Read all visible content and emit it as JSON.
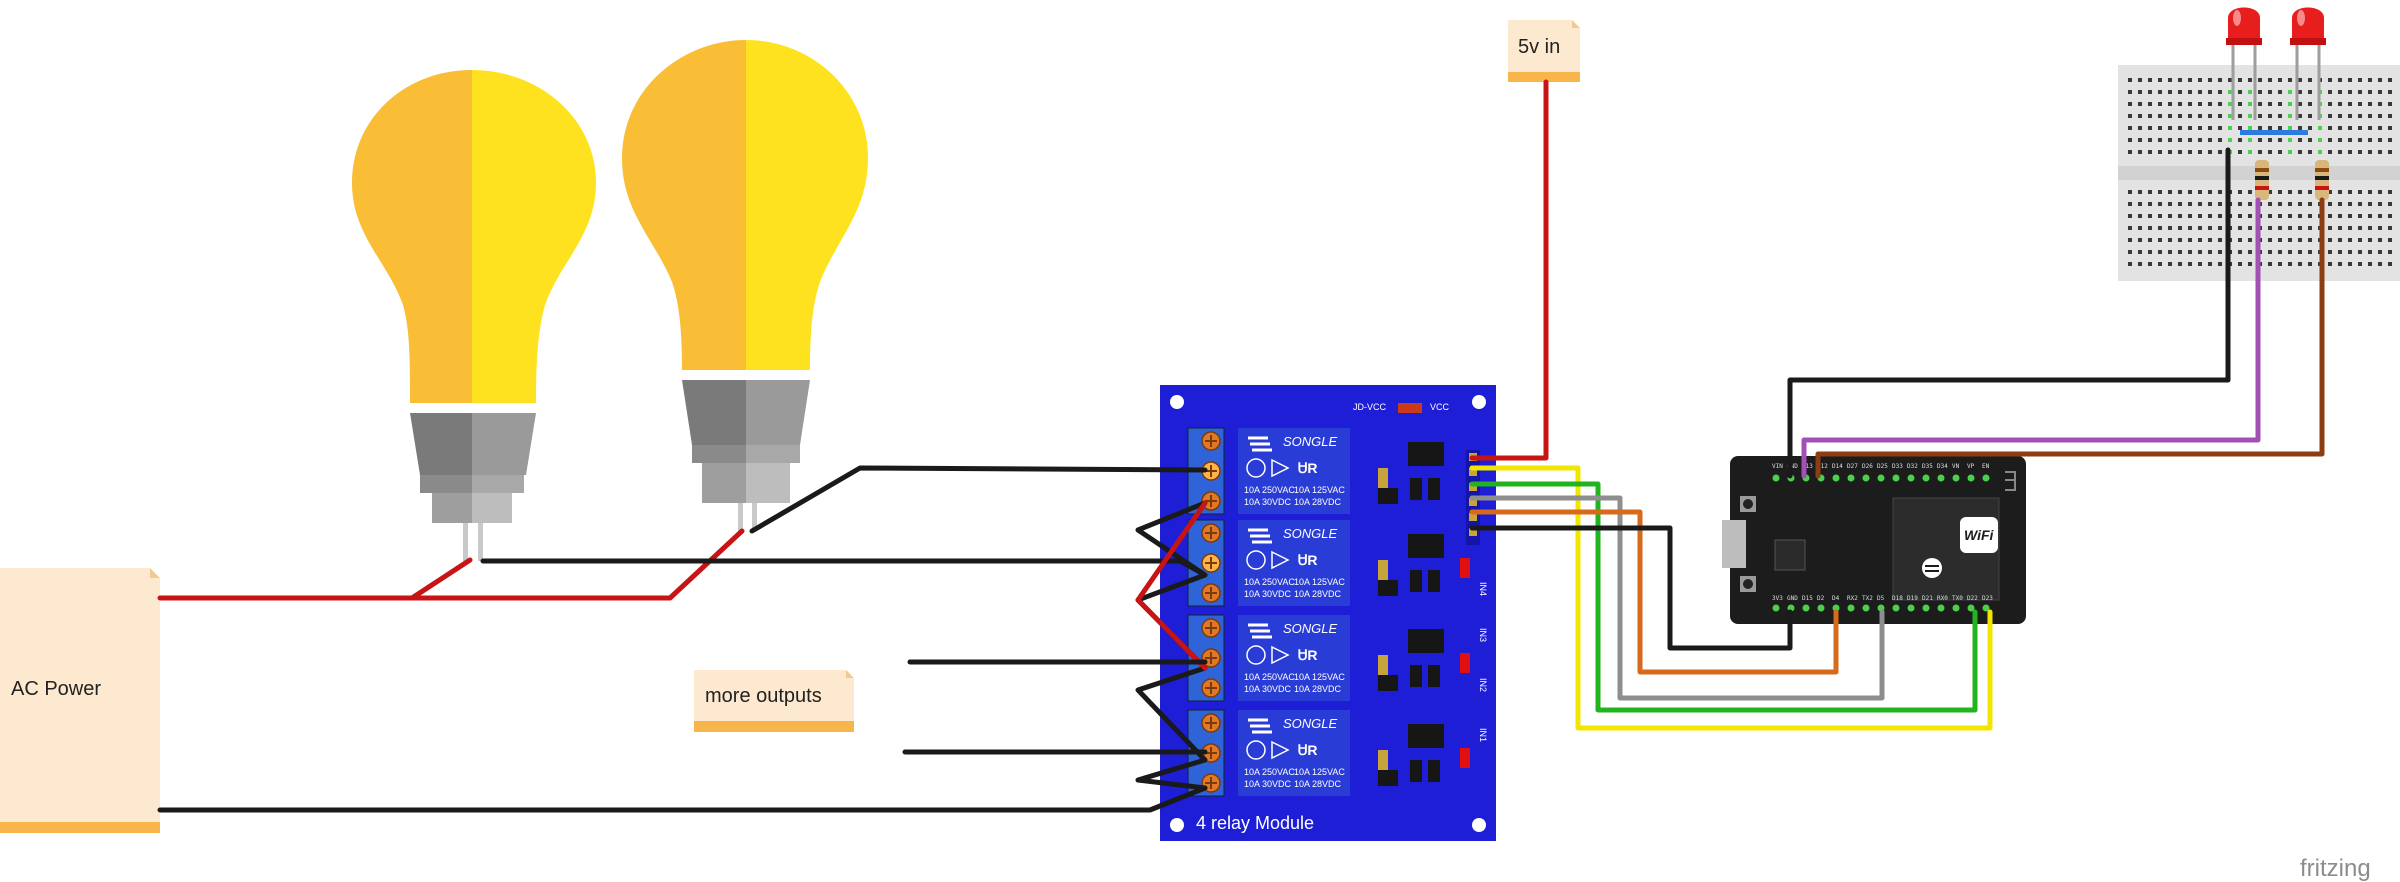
{
  "notes": {
    "power_in": "5v in",
    "ac_power": "AC Power",
    "more_outputs": "more outputs"
  },
  "relay_module": {
    "title": "4 relay Module",
    "brand": "SONGLE",
    "rating_left_1": "10A 250VAC",
    "rating_left_2": "10A 30VDC",
    "rating_right_1": "10A 125VAC",
    "rating_right_2": "10A 28VDC",
    "jd_vcc": "JD-VCC",
    "vcc": "VCC",
    "inputs": [
      "IN4",
      "IN3",
      "IN2",
      "IN1"
    ]
  },
  "esp32": {
    "wifi": "WiFi",
    "pins_top": [
      "VIN",
      "GND",
      "D13",
      "D12",
      "D14",
      "D27",
      "D26",
      "D25",
      "D33",
      "D32",
      "D35",
      "D34",
      "VN",
      "VP",
      "EN"
    ],
    "pins_bottom": [
      "3V3",
      "GND",
      "D15",
      "D2",
      "D4",
      "RX2",
      "TX2",
      "D5",
      "D18",
      "D19",
      "D21",
      "RX0",
      "TX0",
      "D22",
      "D23"
    ]
  },
  "watermark": "fritzing",
  "colors": {
    "bulb_light": "#FFE21F",
    "bulb_dark": "#F9BE35",
    "relay_board": "#1E1ED6",
    "relay_block": "#2A3CD6",
    "note_fill": "#FDE9CF",
    "note_bar": "#F8B54A",
    "wire_red": "#C81414",
    "wire_black": "#1A1A1A",
    "wire_yellow": "#F2E600",
    "wire_green": "#22B41E",
    "wire_gray": "#8E8E8E",
    "wire_orange": "#D86A1C",
    "wire_purple": "#A24FB6",
    "wire_brown": "#8A3E12",
    "esp_board": "#1C1C1C",
    "breadboard": "#E3E3E3"
  }
}
